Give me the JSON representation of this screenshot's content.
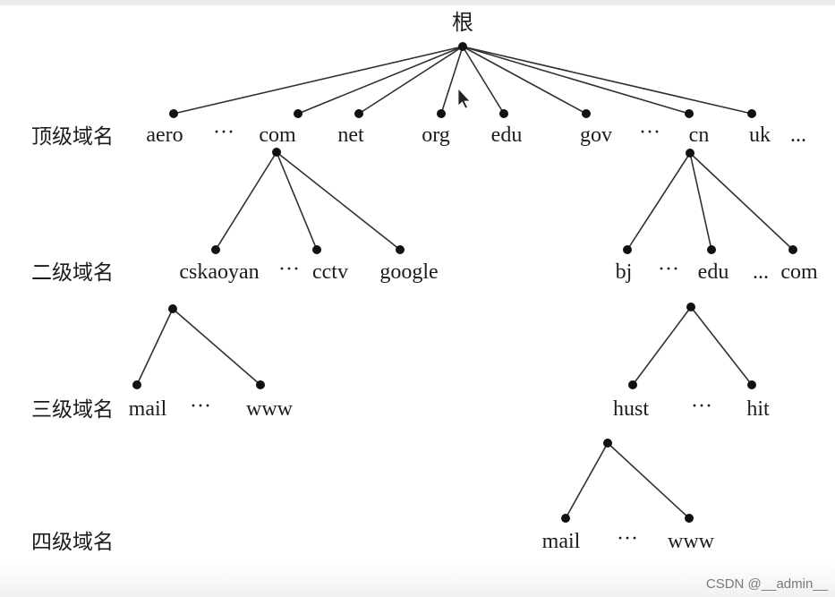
{
  "diagram": {
    "root": "根",
    "level_labels": {
      "top": "顶级域名",
      "second": "二级域名",
      "third": "三级域名",
      "fourth": "四级域名"
    },
    "top_level": {
      "aero": "aero",
      "ellipsis_1": "···",
      "com": "com",
      "net": "net",
      "org": "org",
      "edu": "edu",
      "gov": "gov",
      "ellipsis_2": "···",
      "cn": "cn",
      "uk": "uk",
      "ellipsis_3": "..."
    },
    "second_level_com": {
      "cskaoyan": "cskaoyan",
      "ellipsis": "···",
      "cctv": "cctv",
      "google": "google"
    },
    "second_level_cn": {
      "bj": "bj",
      "ellipsis_1": "···",
      "edu": "edu",
      "ellipsis_2": "...",
      "com": "com"
    },
    "third_level_cskaoyan": {
      "mail": "mail",
      "ellipsis": "···",
      "www": "www"
    },
    "third_level_edu_cn": {
      "hust": "hust",
      "ellipsis": "···",
      "hit": "hit"
    },
    "fourth_level_hust": {
      "mail": "mail",
      "ellipsis": "···",
      "www": "www"
    }
  },
  "cursor_icon": "mouse-pointer-icon",
  "watermark": "CSDN @__admin__"
}
